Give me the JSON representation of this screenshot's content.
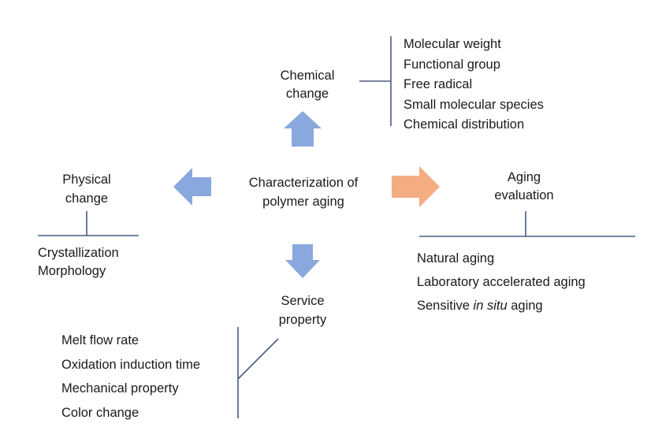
{
  "diagram": {
    "center": {
      "line1": "Characterization of",
      "line2": "polymer aging"
    },
    "chemical": {
      "line1": "Chemical",
      "line2": "change",
      "items": [
        "Molecular weight",
        "Functional group",
        "Free radical",
        "Small molecular species",
        "Chemical distribution"
      ]
    },
    "physical": {
      "line1": "Physical",
      "line2": "change",
      "items": [
        "Crystallization",
        "Morphology"
      ]
    },
    "evaluation": {
      "line1": "Aging",
      "line2": "evaluation",
      "items": [
        "Natural aging",
        "Laboratory accelerated aging"
      ],
      "sensitive_prefix": "Sensitive ",
      "sensitive_italic": "in situ",
      "sensitive_suffix": " aging"
    },
    "service": {
      "line1": "Service",
      "line2": "property",
      "items": [
        "Melt flow rate",
        "Oxidation induction time",
        "Mechanical property",
        "Color change"
      ]
    },
    "colors": {
      "blue_arrow": "#89a8dd",
      "orange_arrow": "#f4ad82",
      "connector": "#4a5a80"
    }
  }
}
